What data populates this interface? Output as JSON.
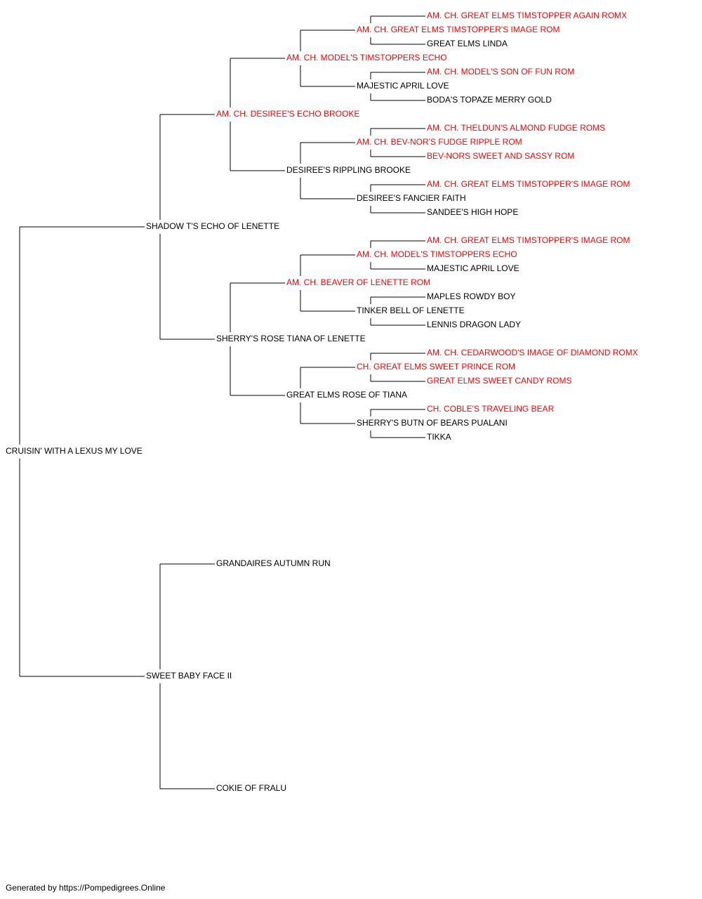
{
  "colors": {
    "champion": "#ff0000",
    "normal": "#000000",
    "line": "#000000"
  },
  "pedigree": {
    "name": "CRUISIN' WITH A LEXUS MY LOVE",
    "champion": false,
    "sire": {
      "name": "SHADOW T'S ECHO OF LENETTE",
      "champion": false,
      "sire": {
        "name": "AM. CH. DESIREE'S ECHO BROOKE",
        "champion": true,
        "sire": {
          "name": "AM. CH. MODEL'S TIMSTOPPERS ECHO",
          "champion": true,
          "sire": {
            "name": "AM. CH. GREAT ELMS TIMSTOPPER'S IMAGE ROM",
            "champion": true,
            "sire": {
              "name": "AM. CH. GREAT ELMS TIMSTOPPER AGAIN ROMX",
              "champion": true
            },
            "dam": {
              "name": "GREAT ELMS LINDA",
              "champion": false
            }
          },
          "dam": {
            "name": "MAJESTIC APRIL LOVE",
            "champion": false,
            "sire": {
              "name": "AM. CH. MODEL'S SON OF FUN ROM",
              "champion": true
            },
            "dam": {
              "name": "BODA'S TOPAZE MERRY GOLD",
              "champion": false
            }
          }
        },
        "dam": {
          "name": "DESIREE'S RIPPLING BROOKE",
          "champion": false,
          "sire": {
            "name": "AM. CH. BEV-NOR'S FUDGE RIPPLE ROM",
            "champion": true,
            "sire": {
              "name": "AM. CH. THELDUN'S ALMOND FUDGE ROMS",
              "champion": true
            },
            "dam": {
              "name": "BEV-NORS SWEET AND SASSY ROM",
              "champion": true
            }
          },
          "dam": {
            "name": "DESIREE'S FANCIER FAITH",
            "champion": false,
            "sire": {
              "name": "AM. CH. GREAT ELMS TIMSTOPPER'S IMAGE ROM",
              "champion": true
            },
            "dam": {
              "name": "SANDEE'S HIGH HOPE",
              "champion": false
            }
          }
        }
      },
      "dam": {
        "name": "SHERRY'S ROSE TIANA OF LENETTE",
        "champion": false,
        "sire": {
          "name": "AM. CH. BEAVER OF LENETTE ROM",
          "champion": true,
          "sire": {
            "name": "AM. CH. MODEL'S TIMSTOPPERS ECHO",
            "champion": true,
            "sire": {
              "name": "AM. CH. GREAT ELMS TIMSTOPPER'S IMAGE ROM",
              "champion": true
            },
            "dam": {
              "name": "MAJESTIC APRIL LOVE",
              "champion": false
            }
          },
          "dam": {
            "name": "TINKER BELL OF LENETTE",
            "champion": false,
            "sire": {
              "name": "MAPLES ROWDY BOY",
              "champion": false
            },
            "dam": {
              "name": "LENNIS DRAGON LADY",
              "champion": false
            }
          }
        },
        "dam": {
          "name": "GREAT ELMS ROSE OF TIANA",
          "champion": false,
          "sire": {
            "name": "CH. GREAT ELMS SWEET PRINCE ROM",
            "champion": true,
            "sire": {
              "name": "AM. CH. CEDARWOOD'S IMAGE OF DIAMOND ROMX",
              "champion": true
            },
            "dam": {
              "name": "GREAT ELMS SWEET CANDY ROMS",
              "champion": true
            }
          },
          "dam": {
            "name": "SHERRY'S BUTN OF BEARS PUALANI",
            "champion": false,
            "sire": {
              "name": "CH. COBLE'S TRAVELING BEAR",
              "champion": true
            },
            "dam": {
              "name": "TIKKA",
              "champion": false
            }
          }
        }
      }
    },
    "dam": {
      "name": "SWEET BABY FACE II",
      "champion": false,
      "sire": {
        "name": "GRANDAIRES AUTUMN RUN",
        "champion": false
      },
      "dam": {
        "name": "COKIE OF FRALU",
        "champion": false
      }
    }
  },
  "footer": {
    "text": "Generated by https://Pompedigrees.Online"
  }
}
